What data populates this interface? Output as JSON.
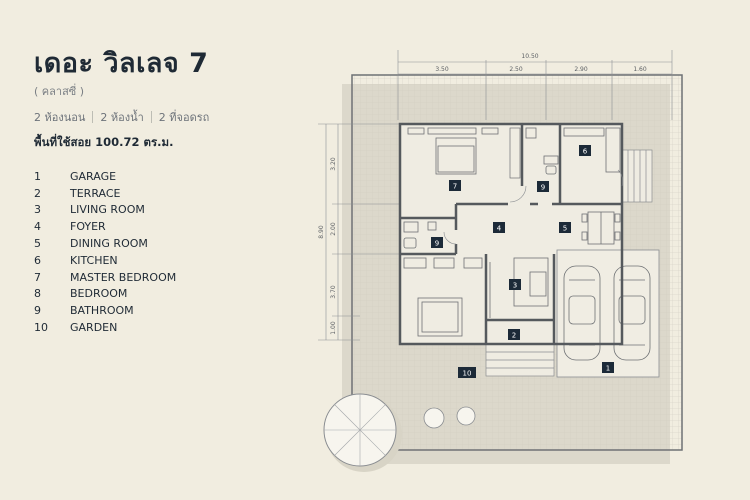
{
  "title": "เดอะ วิลเลจ 7",
  "subtitle": "( คลาสซี่ )",
  "specs": [
    "2 ห้องนอน",
    "2 ห้องน้ำ",
    "2 ที่จอดรถ"
  ],
  "area": "พื้นที่ใช้สอย 100.72 ตร.ม.",
  "legend": [
    {
      "num": "1",
      "label": "GARAGE"
    },
    {
      "num": "2",
      "label": "TERRACE"
    },
    {
      "num": "3",
      "label": "LIVING ROOM"
    },
    {
      "num": "4",
      "label": "FOYER"
    },
    {
      "num": "5",
      "label": "DINING ROOM"
    },
    {
      "num": "6",
      "label": "KITCHEN"
    },
    {
      "num": "7",
      "label": "MASTER BEDROOM"
    },
    {
      "num": "8",
      "label": "BEDROOM"
    },
    {
      "num": "9",
      "label": "BATHROOM"
    },
    {
      "num": "10",
      "label": "GARDEN"
    }
  ],
  "dimensions": {
    "top_total": "10.50",
    "top": [
      "3.50",
      "2.50",
      "2.90",
      "1.60"
    ],
    "left_total": "8.90",
    "left": [
      "3.20",
      "2.00",
      "3.70",
      "1.00"
    ]
  },
  "room_tags": [
    "7",
    "6",
    "9",
    "9",
    "4",
    "5",
    "3",
    "2",
    "1",
    "10"
  ],
  "colors": {
    "background": "#f1ede0",
    "ink": "#1f2a35",
    "tag": "#1c2a38",
    "wall": "#55595d",
    "grid": "#c9c6ba"
  }
}
